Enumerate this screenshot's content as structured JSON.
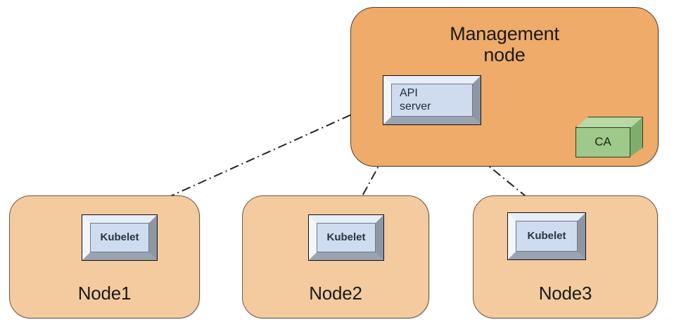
{
  "diagram": {
    "title_alt": "Kubernetes management node and worker nodes with API server and CA",
    "background": "#ffffff"
  },
  "colors": {
    "management_fill": "#eeab69",
    "node_fill": "#f3cb9f",
    "component_fill": "#cfdcef",
    "ca_fill": "#9ec98a",
    "edge_stroke": "#262626",
    "outline": "#4d4036"
  },
  "management_node": {
    "label": "Management\nnode",
    "api_server": {
      "label": "API\nserver"
    },
    "ca": {
      "label": "CA"
    }
  },
  "nodes": [
    {
      "label": "Node1",
      "component": {
        "label": "Kubelet"
      }
    },
    {
      "label": "Node2",
      "component": {
        "label": "Kubelet"
      }
    },
    {
      "label": "Node3",
      "component": {
        "label": "Kubelet"
      }
    }
  ],
  "connections": [
    {
      "from": "API server",
      "to": "Kubelet (Node1)",
      "style": "dash-dot",
      "arrows": "both"
    },
    {
      "from": "API server",
      "to": "Kubelet (Node2)",
      "style": "dash-dot",
      "arrows": "both"
    },
    {
      "from": "API server",
      "to": "Kubelet (Node3)",
      "style": "dash-dot",
      "arrows": "both"
    },
    {
      "from": "API server",
      "to": "CA",
      "style": "dash-dot",
      "arrows": "both"
    }
  ]
}
